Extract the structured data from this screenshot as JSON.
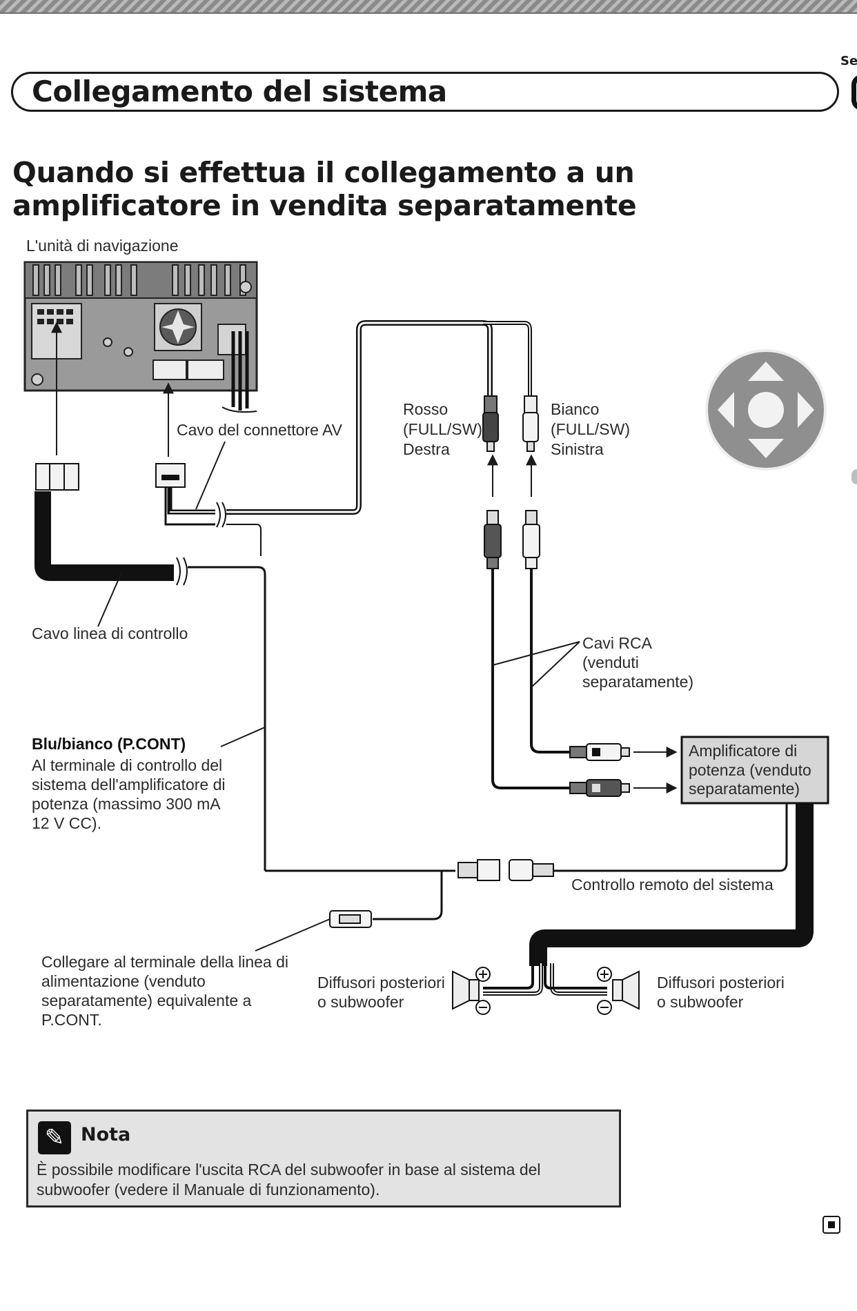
{
  "header": {
    "section_title": "Collegamento del sistema",
    "tab_label": "Se"
  },
  "heading": "Quando si effettua il collegamento a un amplificatore in vendita separatamente",
  "diagram": {
    "nav_unit": "L'unità di navigazione",
    "av_cable": "Cavo del connettore AV",
    "red": [
      "Rosso",
      "(FULL/SW)",
      "Destra"
    ],
    "white": [
      "Bianco",
      "(FULL/SW)",
      "Sinistra"
    ],
    "control_cable": "Cavo linea di controllo",
    "rca": [
      "Cavi RCA",
      "(venduti",
      "separatamente)"
    ],
    "pcont_title": "Blu/bianco (P.CONT)",
    "pcont_text": [
      "Al terminale di controllo del",
      "sistema dell'amplificatore di",
      "potenza (massimo 300 mA",
      "12 V CC)."
    ],
    "amplifier": [
      "Amplificatore di",
      "potenza (venduto",
      "separatamente)"
    ],
    "remote": "Controllo remoto del sistema",
    "power": [
      "Collegare al terminale della linea di",
      "alimentazione (venduto",
      "separatamente) equivalente a",
      "P.CONT."
    ],
    "speakers_left": [
      "Diffusori posteriori",
      "o subwoofer"
    ],
    "speakers_right": [
      "Diffusori posteriori",
      "o subwoofer"
    ]
  },
  "note": {
    "title": "Nota",
    "text": "È possibile modificare l'uscita RCA del subwoofer in base al sistema del subwoofer (vedere il Manuale di funzionamento)."
  },
  "icons": {
    "note": "pencil-icon",
    "nav_pad": "dpad-icon",
    "end": "end-of-section-icon"
  }
}
